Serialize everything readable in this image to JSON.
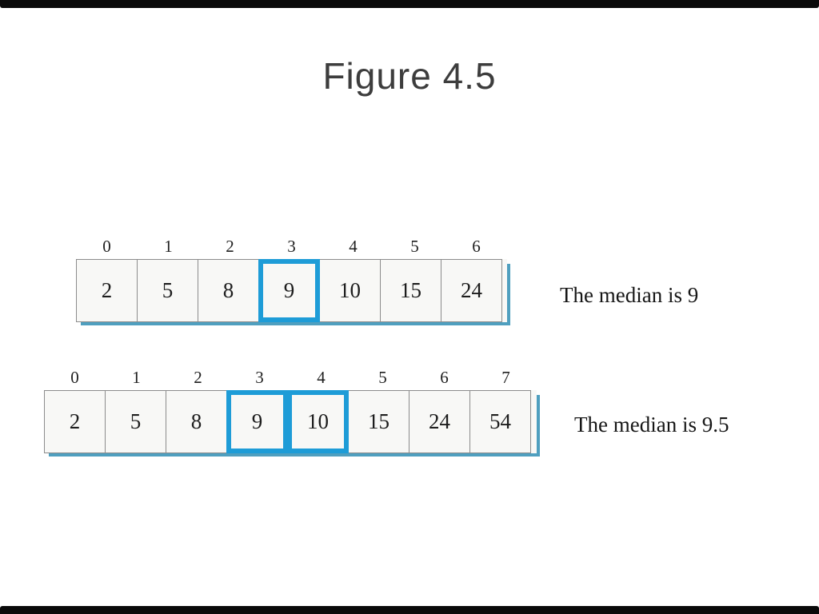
{
  "title": "Figure 4.5",
  "arrays": [
    {
      "indices": [
        "0",
        "1",
        "2",
        "3",
        "4",
        "5",
        "6"
      ],
      "values": [
        "2",
        "5",
        "8",
        "9",
        "10",
        "15",
        "24"
      ],
      "highlighted": [
        3
      ],
      "caption": "The median is 9"
    },
    {
      "indices": [
        "0",
        "1",
        "2",
        "3",
        "4",
        "5",
        "6",
        "7"
      ],
      "values": [
        "2",
        "5",
        "8",
        "9",
        "10",
        "15",
        "24",
        "54"
      ],
      "highlighted": [
        3,
        4
      ],
      "caption": "The median is 9.5"
    }
  ],
  "colors": {
    "highlight": "#1e9cd7",
    "cell_border": "#8c8c8c",
    "shadow": "#4f9fbf"
  }
}
